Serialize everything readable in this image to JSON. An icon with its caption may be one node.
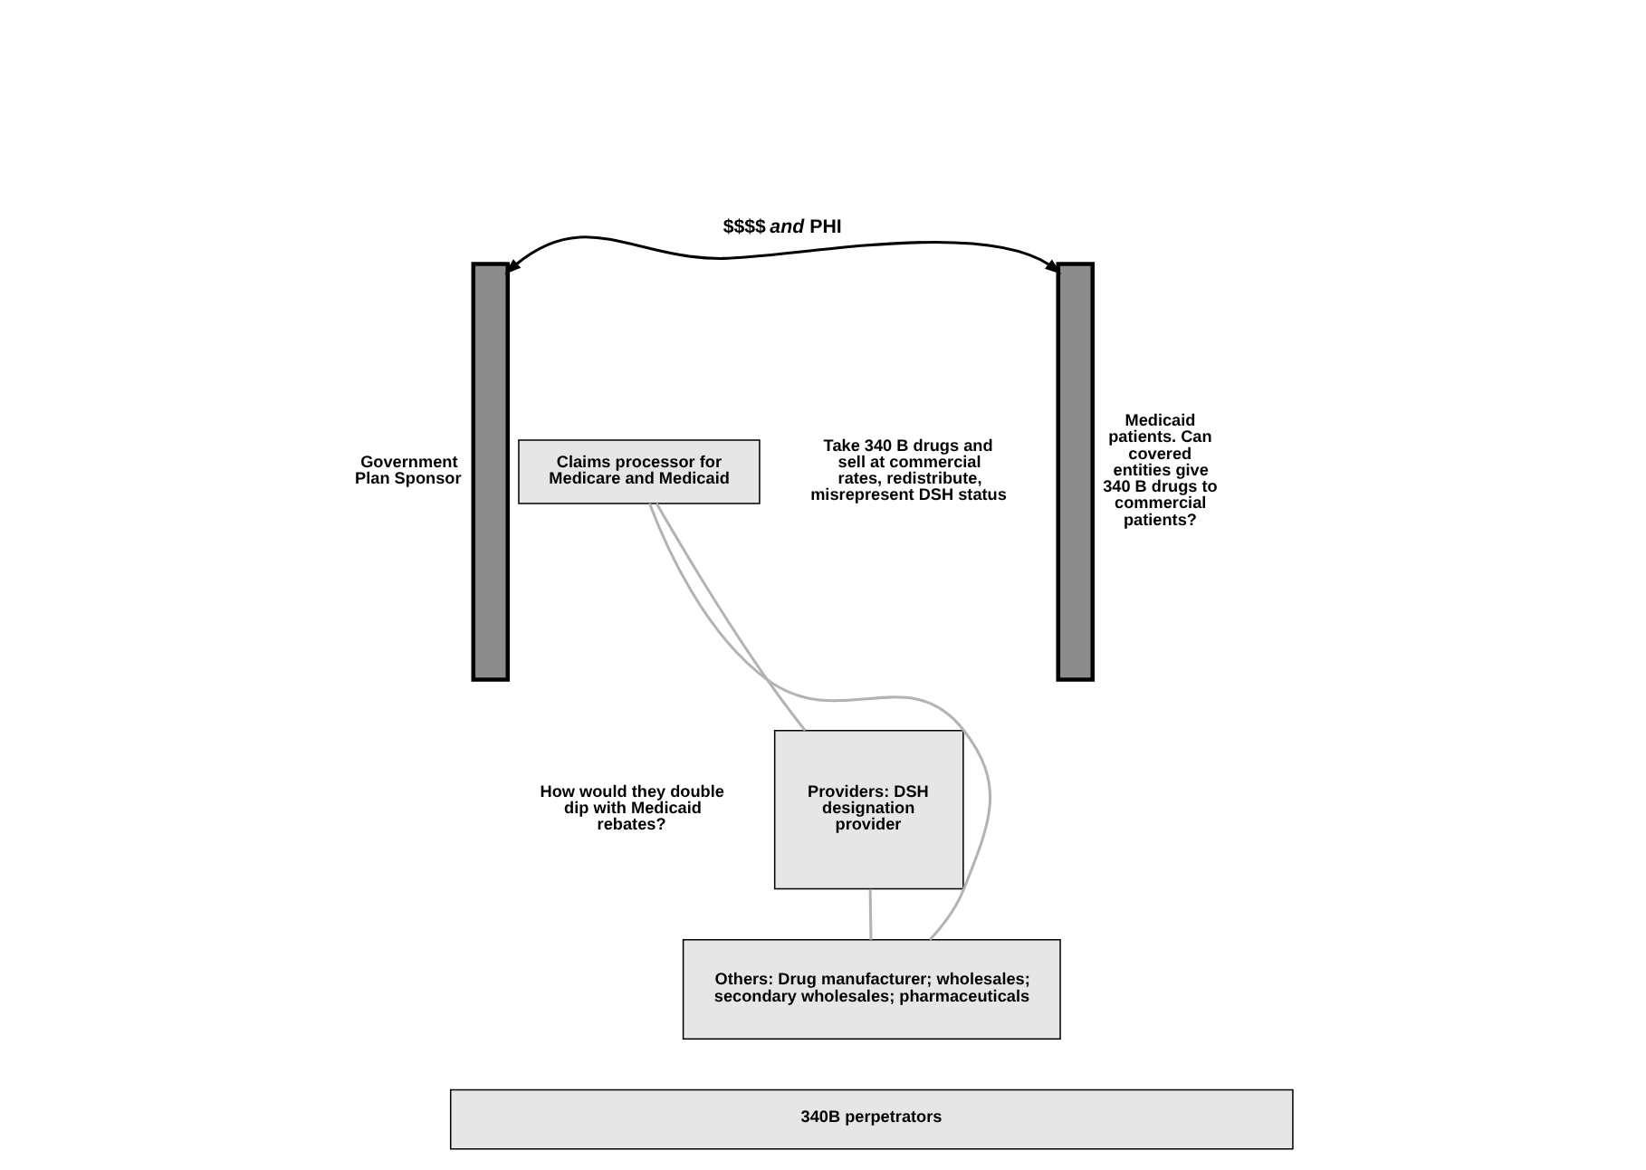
{
  "diagram": {
    "nodes": [
      {
        "text": [],
        "shape": "bar",
        "beside": [
          "Government Plan Sponsor"
        ]
      },
      {
        "text": [
          "Claims processor for Medicare and Medicaid"
        ]
      },
      {
        "text": [
          "Providers: DSH designation provider"
        ]
      },
      {
        "text": [
          "Others: Drug manufacturer; wholesales; secondary wholesales; pharmaceuticals"
        ]
      },
      {
        "text": [],
        "shape": "bar",
        "beside": [
          "Medicaid patients. Can covered entities give 340 B drugs to commercial patients?"
        ]
      },
      {
        "text": [
          "340B perpetrators"
        ]
      }
    ],
    "edges": [
      {
        "from": 0,
        "to": 4,
        "arrow": "both",
        "label": "$$$$ *and* PHI",
        "color": "#000000"
      },
      {
        "from": 1,
        "to": 2,
        "arrow": "none"
      },
      {
        "from": 1,
        "to": 3,
        "arrow": "none"
      },
      {
        "from": 2,
        "to": 3,
        "arrow": "none"
      }
    ],
    "labels": [
      "Take 340 B drugs and sell at commercial rates, redistribute, misrepresent DSH status",
      "How would they double dip with Medicaid rebates?"
    ]
  }
}
